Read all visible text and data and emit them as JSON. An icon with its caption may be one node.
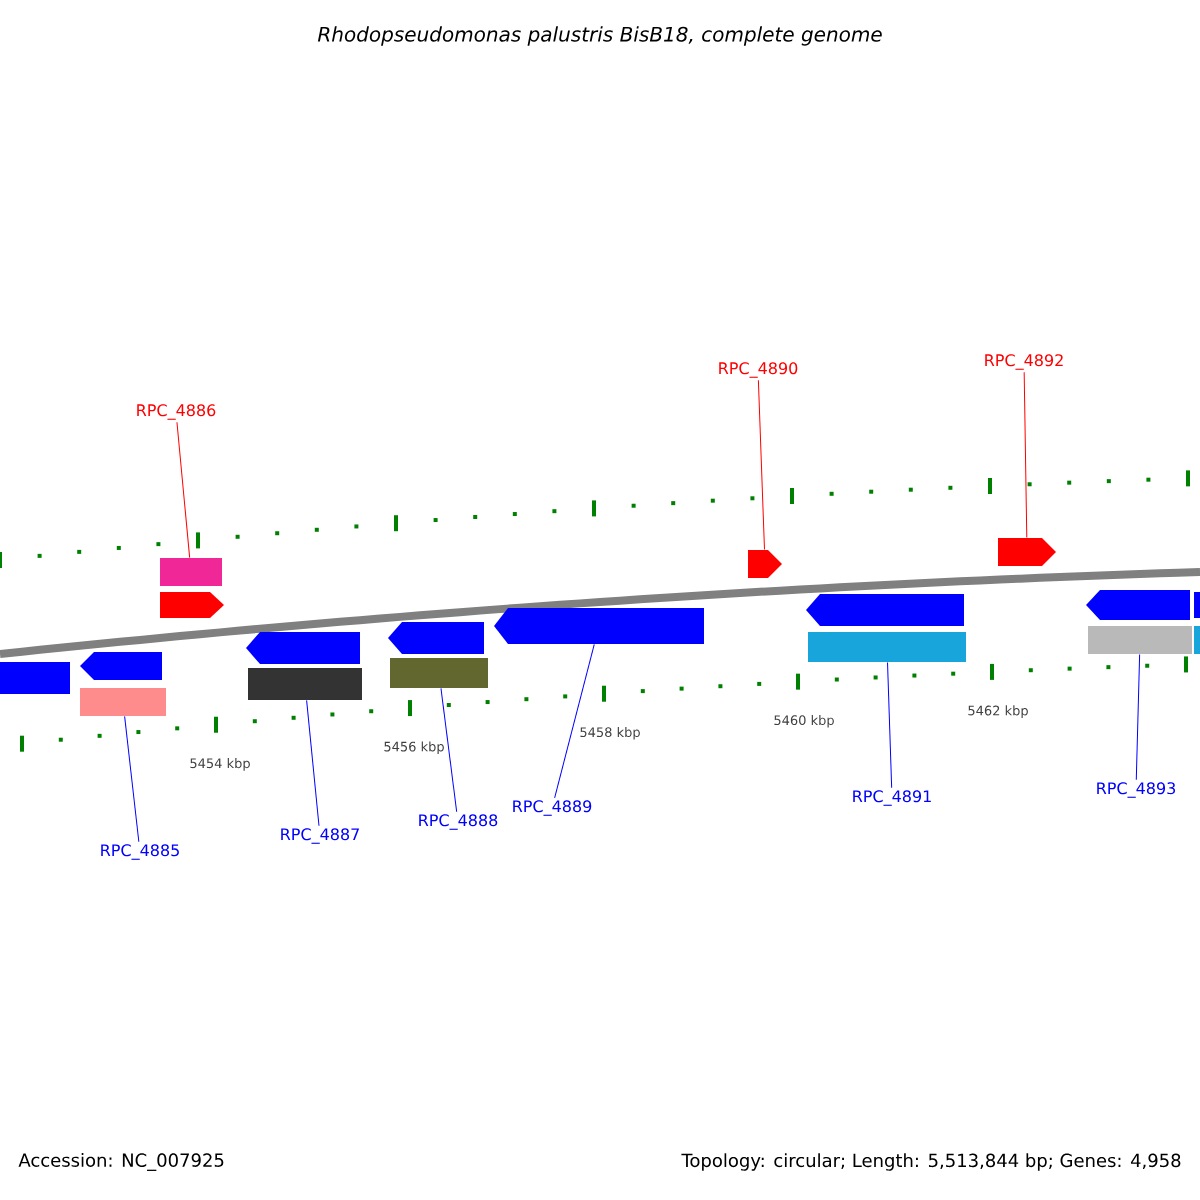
{
  "diagram": {
    "title": "Rhodopseudomonas palustris BisB18, complete genome",
    "nodes": [
      {
        "text": [
          "RPC_4886"
        ]
      },
      {
        "text": [
          "RPC_4890"
        ]
      },
      {
        "text": [
          "RPC_4892"
        ]
      },
      {
        "text": [],
        "shape": "bar"
      },
      {
        "text": [],
        "shape": "arrow"
      },
      {
        "text": [],
        "shape": "arrow"
      },
      {
        "text": [],
        "shape": "bar"
      },
      {
        "text": [],
        "shape": "bar"
      },
      {
        "text": [],
        "shape": "bar"
      },
      {
        "text": [],
        "shape": "arrow"
      },
      {
        "text": [],
        "shape": "bar"
      },
      {
        "text": [],
        "shape": "bar"
      },
      {
        "text": [
          "RPC_4885"
        ]
      },
      {
        "text": [
          "RPC_4887"
        ]
      },
      {
        "text": [
          "RPC_4888"
        ]
      },
      {
        "text": [
          "RPC_4889"
        ]
      },
      {
        "text": [
          "RPC_4891"
        ]
      },
      {
        "text": [
          "RPC_4893"
        ]
      },
      {
        "text": [],
        "shape": "bar"
      },
      {
        "text": [],
        "shape": "arrow"
      },
      {
        "text": [],
        "shape": "arrow"
      },
      {
        "text": [],
        "shape": "arrow"
      },
      {
        "text": [],
        "shape": "arrow"
      },
      {
        "text": [],
        "shape": "arrow"
      },
      {
        "text": [],
        "shape": "arrow"
      },
      {
        "text": [],
        "shape": "bar"
      },
      {
        "text": [],
        "shape": "bar"
      }
    ],
    "edges": [
      {
        "from": 0,
        "to": 3,
        "arrow": "none",
        "color": "#ff0000"
      },
      {
        "from": 1,
        "to": 4,
        "arrow": "none",
        "color": "#ff0000"
      },
      {
        "from": 2,
        "to": 5,
        "arrow": "none",
        "color": "#ff0000"
      },
      {
        "from": 12,
        "to": 6,
        "arrow": "none"
      },
      {
        "from": 13,
        "to": 7,
        "arrow": "none"
      },
      {
        "from": 14,
        "to": 8,
        "arrow": "none"
      },
      {
        "from": 15,
        "to": 9,
        "arrow": "none"
      },
      {
        "from": 16,
        "to": 10,
        "arrow": "none"
      },
      {
        "from": 17,
        "to": 11,
        "arrow": "none"
      }
    ],
    "labels": [
      "5454 kbp",
      "5456 kbp",
      "5458 kbp",
      "5460 kbp",
      "5462 kbp",
      "Accession: NC_007925",
      "Topology: circular; Length: 5,513,844 bp; Genes: 4,958"
    ]
  }
}
